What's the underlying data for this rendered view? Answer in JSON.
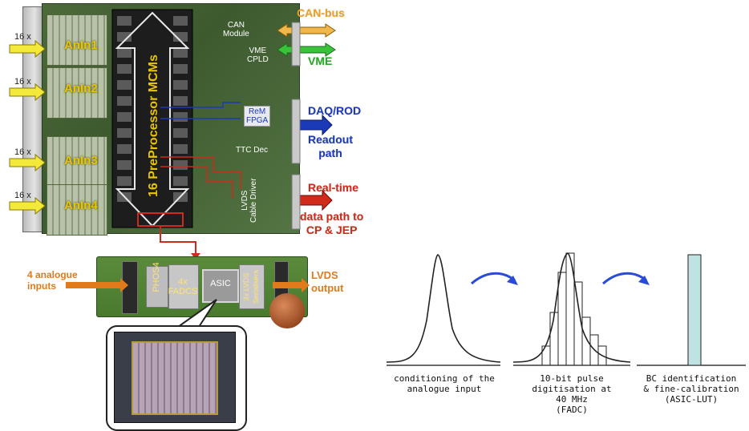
{
  "board": {
    "anin_cards": [
      "AnIn1",
      "AnIn2",
      "AnIn3",
      "AnIn4"
    ],
    "input_multiplicity": [
      "16 x",
      "16 x",
      "16 x",
      "16 x"
    ],
    "mcm_label": "16 PreProcessor MCMs",
    "can_module": "CAN\nModule",
    "vme_cpld": "VME\nCPLD",
    "rem_fpga": "ReM\nFPGA",
    "ttc_dec": "TTC Dec",
    "lvds_driver": "LVDS\nCable Driver"
  },
  "interfaces": {
    "can_bus": "CAN-bus",
    "vme": "VME",
    "daq_rod": "DAQ/ROD",
    "readout_path": "Readout\npath",
    "realtime": "Real-time",
    "realtime_sub": "data path to\nCP & JEP"
  },
  "mcm_board": {
    "inputs_label": "4 analogue\ninputs",
    "phos4": "PHOS4",
    "fadcs": "4x\nFADCS",
    "asic": "ASIC",
    "lvds_serialisers": "3x LVDS\nSerialisers",
    "lvds_output": "LVDS\noutput"
  },
  "signal_stages": [
    {
      "caption": "conditioning of the\nanalogue input"
    },
    {
      "caption": "10-bit pulse\ndigitisation at\n40 MHz\n(FADC)"
    },
    {
      "caption": "BC identification\n& fine-calibration\n(ASIC-LUT)"
    }
  ],
  "colors": {
    "input_arrow": "#f2e93a",
    "can_arrow": "#f0b84a",
    "vme_arrow": "#3ac23a",
    "daq_arrow": "#1a3ab8",
    "realtime_arrow": "#d02a1a",
    "output_arrow": "#e07a1a",
    "curve_arrow": "#2a4ad8",
    "bc_bar": "#bfe3e3"
  }
}
